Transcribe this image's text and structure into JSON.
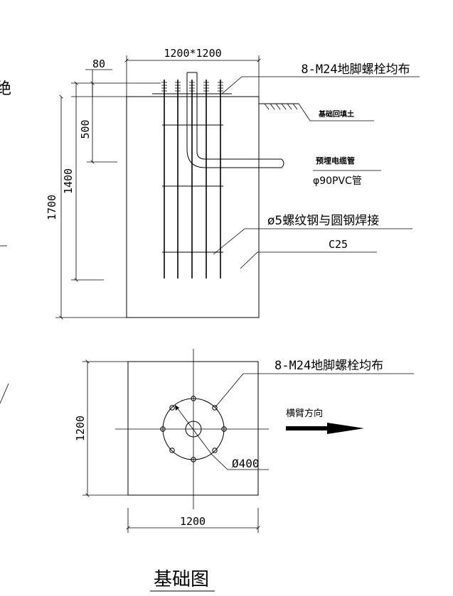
{
  "title": "基础图",
  "edge_glyph": "绝",
  "elevation": {
    "width_dim": "1200*1200",
    "top_dim": "80",
    "dim_500": "500",
    "dim_1400": "1400",
    "dim_1700": "1700",
    "bolts_label": "8-M24地脚螺栓均布",
    "backfill_label": "基础回填土",
    "conduit_label": "预埋电缆管",
    "pvc_label": "φ90PVC管",
    "weld_label": "ø5螺纹钢与圆钢焊接",
    "concrete_label": "C25"
  },
  "plan": {
    "bolts_label": "8-M24地脚螺栓均布",
    "arm_direction_label": "横臂方向",
    "circle_dim": "Ø400",
    "width_dim": "1200",
    "height_dim": "1200"
  }
}
